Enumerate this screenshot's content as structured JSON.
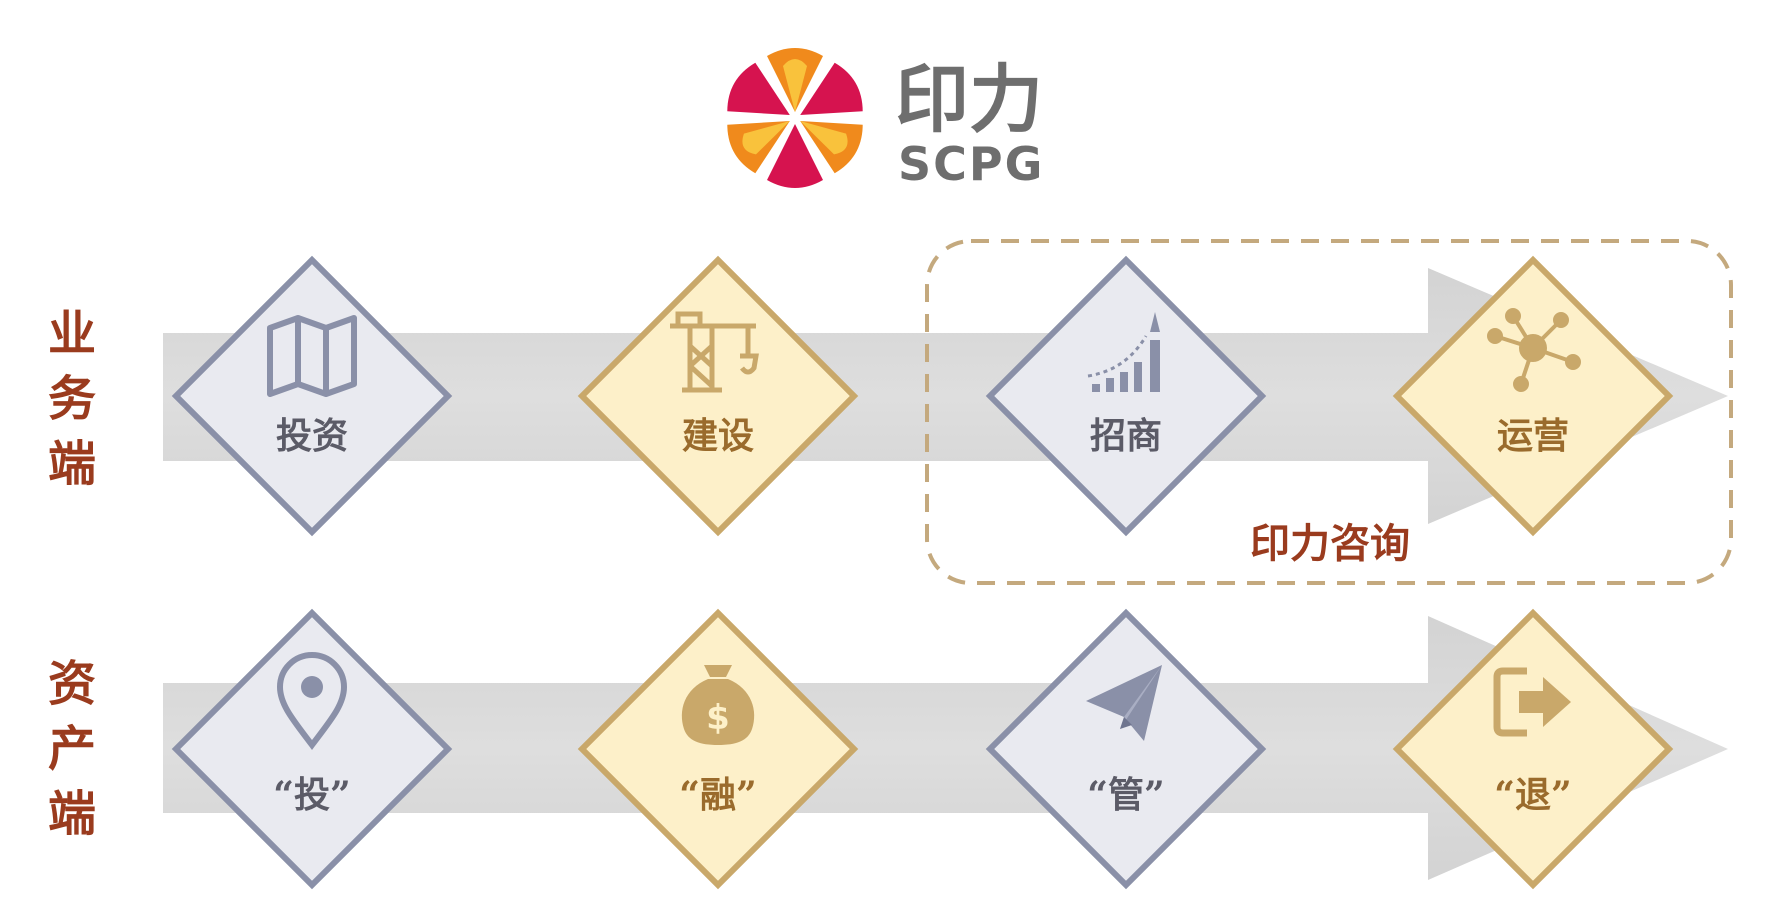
{
  "logo": {
    "chinese": "印力",
    "english": "SCPG"
  },
  "rows": [
    {
      "label": "业务端",
      "label_chars": [
        "业",
        "务",
        "端"
      ],
      "nodes": [
        {
          "label": "投资",
          "icon": "map-icon",
          "style": "grey"
        },
        {
          "label": "建设",
          "icon": "crane-icon",
          "style": "gold"
        },
        {
          "label": "招商",
          "icon": "rocket-growth-icon",
          "style": "grey"
        },
        {
          "label": "运营",
          "icon": "network-icon",
          "style": "gold"
        }
      ]
    },
    {
      "label": "资产端",
      "label_chars": [
        "资",
        "产",
        "端"
      ],
      "nodes": [
        {
          "label": "“投”",
          "icon": "location-pin-icon",
          "style": "grey"
        },
        {
          "label": "“融”",
          "icon": "money-bag-icon",
          "style": "gold"
        },
        {
          "label": "“管”",
          "icon": "paper-plane-icon",
          "style": "grey"
        },
        {
          "label": "“退”",
          "icon": "exit-icon",
          "style": "gold"
        }
      ]
    }
  ],
  "consulting_group": {
    "label": "印力咨询"
  },
  "colors": {
    "grey_fill": "#e9eaf0",
    "grey_stroke": "#8a90a8",
    "grey_text": "#5b5b67",
    "gold_fill": "#fdf0c9",
    "gold_stroke": "#c9a86a",
    "gold_text": "#9a6b2c",
    "arrow": "#d9d9d9",
    "accent_text": "#9a3b1e",
    "dashed_border": "#c4a97e"
  }
}
